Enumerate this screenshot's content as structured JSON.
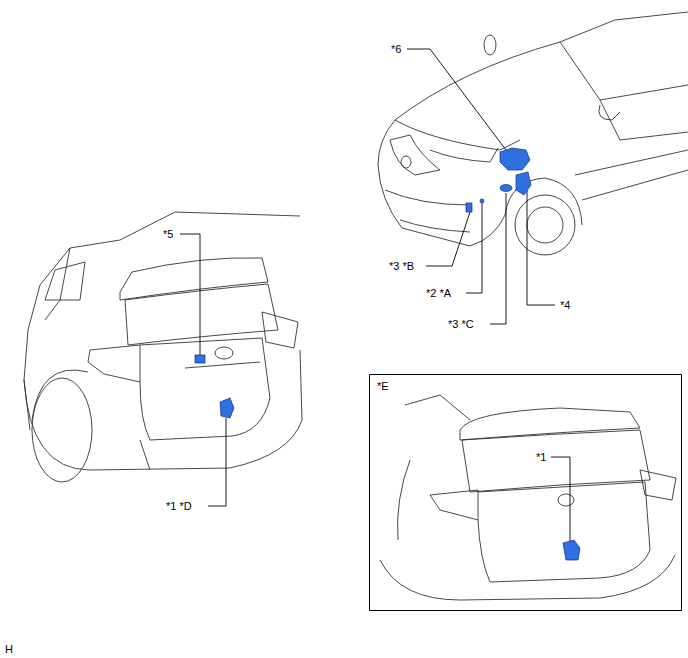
{
  "diagram": {
    "labels": [
      "*6",
      "*5",
      "*3 *B",
      "*2 *A",
      "*4",
      "*3 *C",
      "*E",
      "*1",
      "*1 *D",
      "H"
    ]
  }
}
